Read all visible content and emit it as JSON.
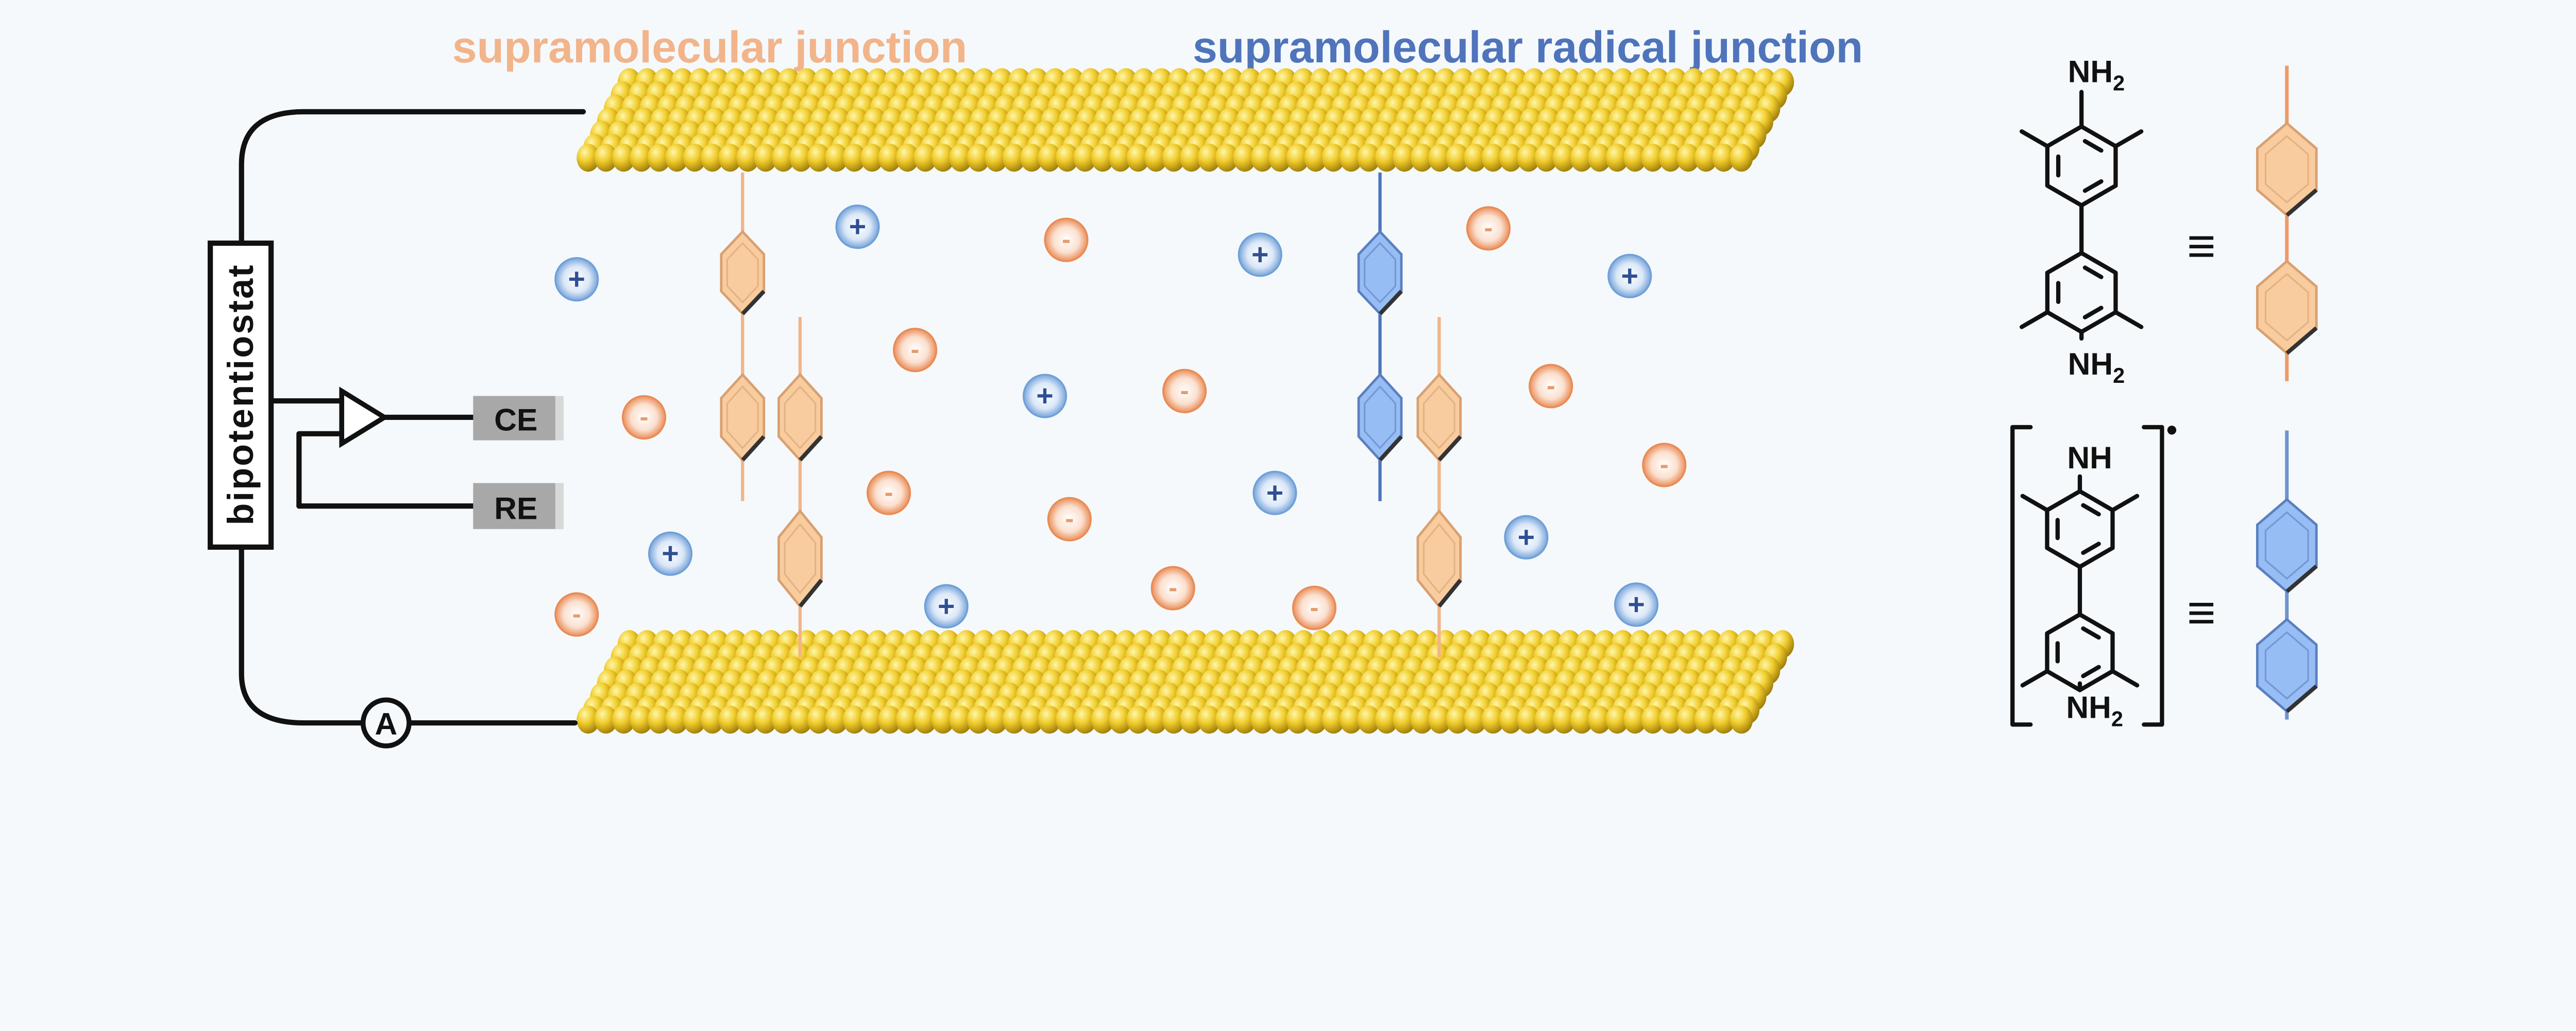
{
  "titles": {
    "left": "supramolecular junction",
    "right": "supramolecular radical junction"
  },
  "circuit": {
    "instrument": "bipotentiostat",
    "counter_electrode": "CE",
    "reference_electrode": "RE",
    "ammeter": "A"
  },
  "ions": {
    "cation_sign": "+",
    "anion_sign": "-"
  },
  "legend": {
    "neutral": {
      "top_group": "NH",
      "top_sub": "2",
      "bottom_group": "NH",
      "bottom_sub": "2",
      "equiv": "≡"
    },
    "radical": {
      "top_group": "NH",
      "bottom_group": "NH",
      "bottom_sub": "2",
      "radical_dot": "•",
      "equiv": "≡"
    }
  },
  "colors": {
    "neutral": "#f2b48a",
    "radical": "#4f74bb",
    "gold": "#e8c22a",
    "cation": "#6e9fd8",
    "anion": "#ea8a52"
  }
}
